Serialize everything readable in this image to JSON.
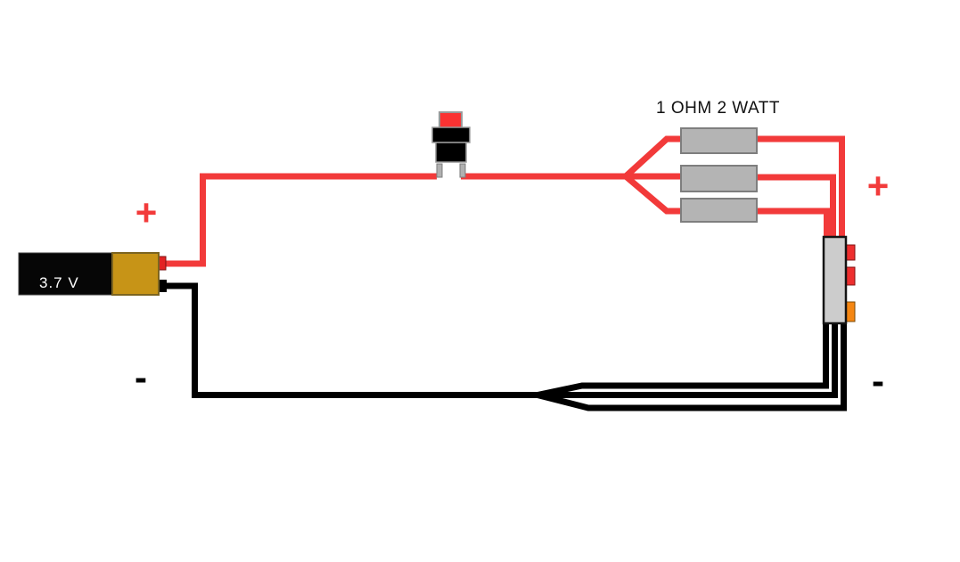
{
  "diagram": {
    "type": "wiring-circuit",
    "labels": {
      "battery_voltage": "3.7 V",
      "resistor_rating": "1 OHM 2 WATT",
      "battery_positive": "+",
      "battery_negative": "-",
      "output_positive": "+",
      "output_negative": "-"
    },
    "components": {
      "battery": "3.7 V lithium cell",
      "switch": "push-button",
      "resistors": "3 parallel resistors, 1 ohm 2 watt each",
      "connector": "3-pin terminal block with two red tabs and one orange tab"
    },
    "colors": {
      "wire_positive": "#f23a3a",
      "wire_negative": "#000000",
      "battery_body": "#060606",
      "battery_gold": "#c79417",
      "button_cap": "#fa3232",
      "button_body": "#000000",
      "resistor_fill": "#b4b4b4",
      "resistor_border": "#7e7e7e",
      "connector_fill": "#cccccc",
      "tab_red": "#ee2e2e",
      "tab_orange": "#f58612",
      "label_positive": "#f23a3a",
      "label_negative": "#000000",
      "background": "#ffffff"
    }
  }
}
